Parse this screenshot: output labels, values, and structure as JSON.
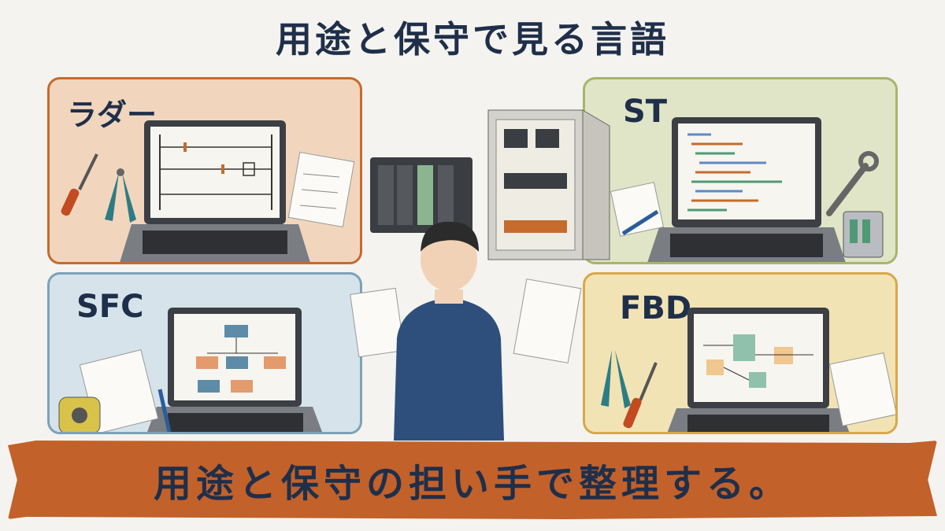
{
  "title": "用途と保守で見る言語",
  "panels": {
    "ladder": {
      "label": "ラダー"
    },
    "st": {
      "label": "ST"
    },
    "sfc": {
      "label": "SFC"
    },
    "fbd": {
      "label": "FBD"
    }
  },
  "banner": {
    "text": "用途と保守の担い手で整理する。"
  },
  "colors": {
    "ladder_bg": "#f1d6bd",
    "st_bg": "#dfe5c6",
    "sfc_bg": "#d6e3ea",
    "fbd_bg": "#f2e3b4",
    "banner_bg": "#c2612a",
    "text": "#1f2f4a"
  },
  "icons": [
    "screwdriver-icon",
    "pliers-icon",
    "wrench-icon",
    "relay-icon",
    "tape-measure-icon",
    "notepad-icon",
    "pencil-icon",
    "plc-rack-icon",
    "control-cabinet-icon",
    "engineer-figure"
  ]
}
